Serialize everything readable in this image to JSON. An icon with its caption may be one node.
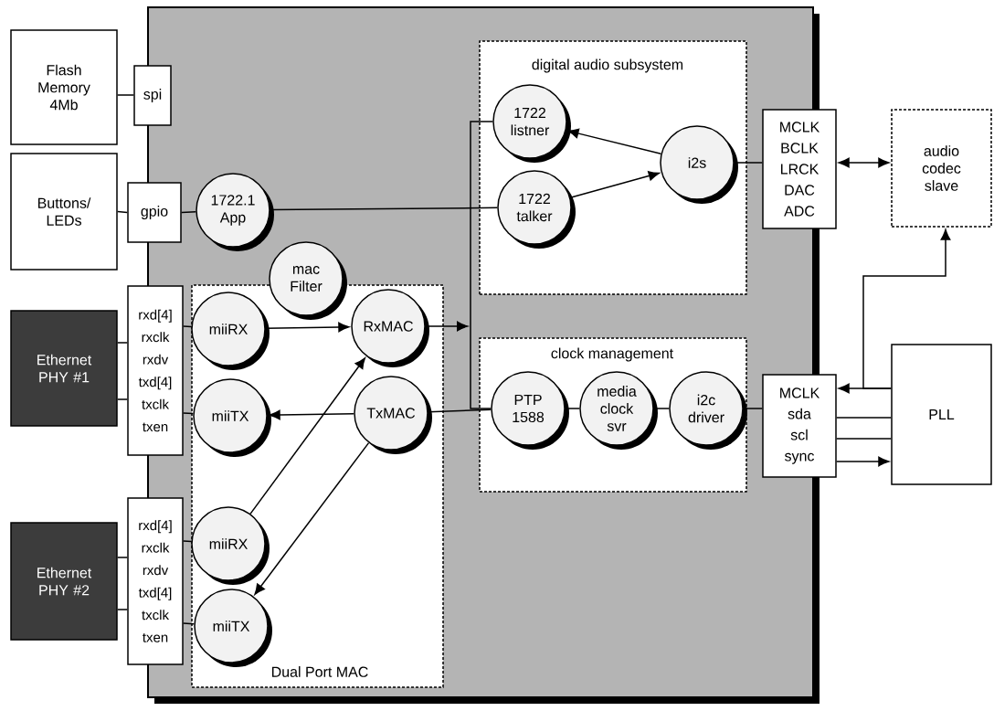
{
  "diagram": {
    "nodes": [
      {
        "text": [],
        "shape": "box"
      },
      {
        "text": [
          "Flash Memory 4Mb"
        ]
      },
      {
        "text": [
          "spi"
        ]
      },
      {
        "text": [
          "Buttons/ LEDs"
        ]
      },
      {
        "text": [
          "gpio"
        ]
      },
      {
        "text": [
          "1722.1 App"
        ],
        "in": 0
      },
      {
        "text": [
          "mac Filter"
        ],
        "in": 0
      },
      {
        "text": [
          "Dual Port MAC"
        ],
        "in": 0
      },
      {
        "text": [
          "Ethernet PHY #1"
        ]
      },
      {
        "text": [
          "rxd[4]",
          "rxclk",
          "rxdv",
          "txd[4]",
          "txclk",
          "txen"
        ]
      },
      {
        "text": [
          "miiRX"
        ],
        "in": 7
      },
      {
        "text": [
          "RxMAC"
        ],
        "in": 7
      },
      {
        "text": [
          "miiTX"
        ],
        "in": 7
      },
      {
        "text": [
          "TxMAC"
        ],
        "in": 7
      },
      {
        "text": [
          "Ethernet PHY #2"
        ]
      },
      {
        "text": [
          "rxd[4]",
          "rxclk",
          "rxdv",
          "txd[4]",
          "txclk",
          "txen"
        ]
      },
      {
        "text": [
          "miiRX"
        ],
        "in": 7
      },
      {
        "text": [
          "miiTX"
        ],
        "in": 7
      },
      {
        "text": [
          "digital audio subsystem"
        ],
        "in": 0
      },
      {
        "text": [
          "1722 listner"
        ],
        "in": 18
      },
      {
        "text": [
          "1722 talker"
        ],
        "in": 18
      },
      {
        "text": [
          "i2s"
        ],
        "in": 18
      },
      {
        "text": [
          "clock management"
        ],
        "in": 0
      },
      {
        "text": [
          "PTP 1588"
        ],
        "in": 22
      },
      {
        "text": [
          "media clock svr"
        ],
        "in": 22
      },
      {
        "text": [
          "i2c driver"
        ],
        "in": 22
      },
      {
        "text": [
          "MCLK",
          "BCLK",
          "LRCK",
          "DAC",
          "ADC"
        ]
      },
      {
        "text": [
          "audio codec slave"
        ]
      },
      {
        "text": [
          "MCLK",
          "sda",
          "scl",
          "sync"
        ]
      },
      {
        "text": [
          "PLL"
        ]
      }
    ],
    "edges": [
      {
        "from": 1,
        "to": 2,
        "arrow": "none"
      },
      {
        "from": 3,
        "to": 4,
        "arrow": "none"
      },
      {
        "from": 4,
        "to": 5,
        "arrow": "none"
      },
      {
        "from": 5,
        "to": 20,
        "arrow": "none"
      },
      {
        "from": 10,
        "to": 11,
        "arrow": "to"
      },
      {
        "from": 13,
        "to": 12,
        "arrow": "to"
      },
      {
        "from": 16,
        "to": 11,
        "arrow": "to"
      },
      {
        "from": 13,
        "to": 17,
        "arrow": "to"
      },
      {
        "from": 11,
        "to": null,
        "arrow": "to"
      },
      {
        "from": 13,
        "to": 23,
        "arrow": "none"
      },
      {
        "from": 19,
        "to": 23,
        "arrow": "none"
      },
      {
        "from": 21,
        "to": 19,
        "arrow": "to"
      },
      {
        "from": 20,
        "to": 21,
        "arrow": "to"
      },
      {
        "from": 21,
        "to": 26,
        "arrow": "none"
      },
      {
        "from": 26,
        "to": 27,
        "arrow": "both"
      },
      {
        "from": 23,
        "to": 24,
        "arrow": "none"
      },
      {
        "from": 24,
        "to": 25,
        "arrow": "none"
      },
      {
        "from": 25,
        "to": 28,
        "arrow": "none"
      },
      {
        "from": 29,
        "to": 28,
        "arrow": "to"
      },
      {
        "from": 29,
        "to": 28,
        "arrow": "none"
      },
      {
        "from": 29,
        "to": 28,
        "arrow": "none"
      },
      {
        "from": 28,
        "to": 29,
        "arrow": "to"
      },
      {
        "from": 29,
        "to": 27,
        "arrow": "to"
      },
      {
        "from": 8,
        "to": 9,
        "arrow": "none"
      },
      {
        "from": 8,
        "to": 9,
        "arrow": "none"
      },
      {
        "from": 9,
        "to": 10,
        "arrow": "none"
      },
      {
        "from": 9,
        "to": 12,
        "arrow": "none"
      },
      {
        "from": 14,
        "to": 15,
        "arrow": "none"
      },
      {
        "from": 14,
        "to": 15,
        "arrow": "none"
      },
      {
        "from": 15,
        "to": 16,
        "arrow": "none"
      },
      {
        "from": 15,
        "to": 17,
        "arrow": "none"
      }
    ]
  }
}
